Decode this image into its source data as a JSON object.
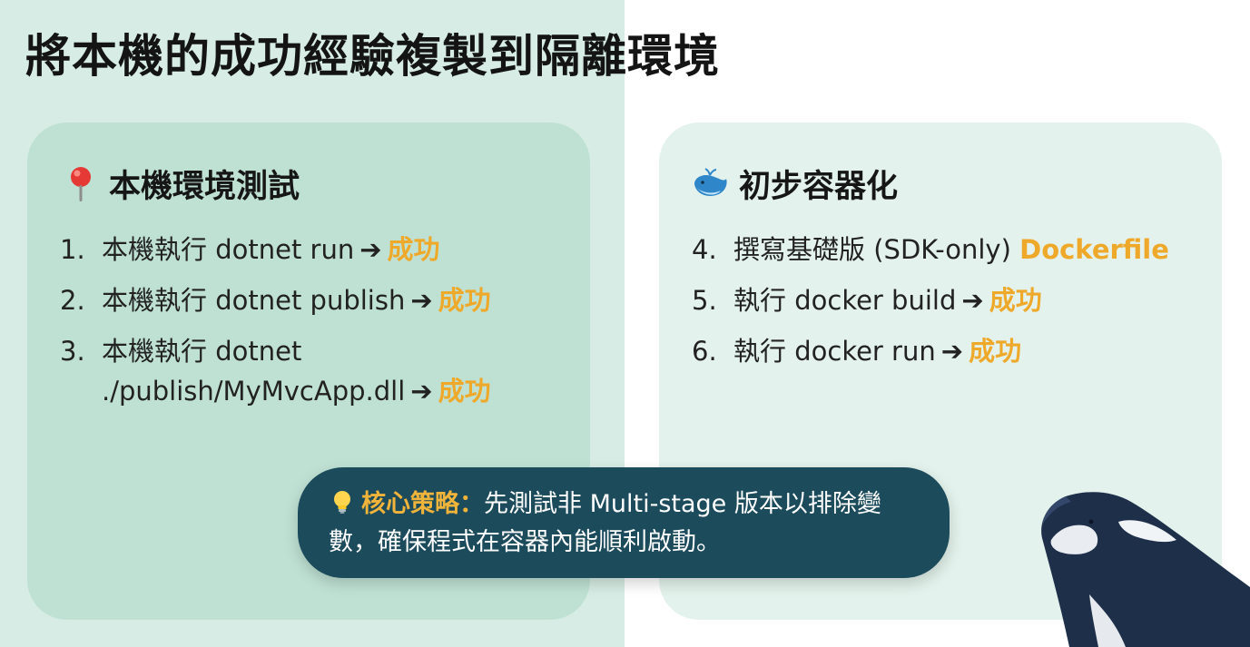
{
  "title": "將本機的成功經驗複製到隔離環境",
  "left_card": {
    "icon": "pin-icon",
    "heading": "本機環境測試",
    "steps": [
      {
        "num": "1.",
        "text": "本機執行 dotnet run",
        "arrow": "➔",
        "result": "成功"
      },
      {
        "num": "2.",
        "text": "本機執行 dotnet publish",
        "arrow": "➔",
        "result": "成功"
      },
      {
        "num": "3.",
        "text_line1": "本機執行 dotnet",
        "text_line2": "./publish/MyMvcApp.dll",
        "arrow": "➔",
        "result": "成功"
      }
    ]
  },
  "right_card": {
    "icon": "whale-icon",
    "heading": "初步容器化",
    "steps": [
      {
        "num": "4.",
        "text": "撰寫基礎版 (SDK-only)",
        "highlight": "Dockerfile"
      },
      {
        "num": "5.",
        "text": "執行 docker build",
        "arrow": "➔",
        "result": "成功"
      },
      {
        "num": "6.",
        "text": "執行 docker run",
        "arrow": "➔",
        "result": "成功"
      }
    ]
  },
  "strategy": {
    "icon": "lightbulb-icon",
    "label": "核心策略：",
    "text": "先測試非 Multi-stage 版本以排除變數，確保程式在容器內能順利啟動。"
  },
  "colors": {
    "accent": "#efa92a",
    "left_bg": "#d6ece4",
    "left_card": "#bfe1d4",
    "right_card": "#e3f2ec",
    "callout": "#1c4b5c"
  }
}
